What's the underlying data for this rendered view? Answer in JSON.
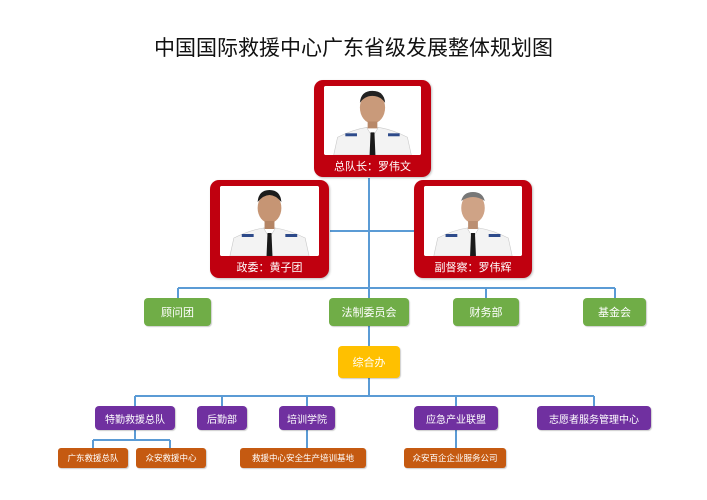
{
  "title": "中国国际救援中心广东省级发展整体规划图",
  "colors": {
    "leader_card": "#c0000f",
    "line": "#5b9bd5",
    "level1": "#70ad47",
    "office": "#ffc000",
    "level2": "#7030a0",
    "level3": "#c55a11"
  },
  "leaders": {
    "top": {
      "caption": "总队长：罗伟文"
    },
    "left": {
      "caption": "政委：黄子团"
    },
    "right": {
      "caption": "副督察：罗伟辉"
    }
  },
  "level1": [
    "顾问团",
    "法制委员会",
    "财务部",
    "基金会"
  ],
  "office": "综合办",
  "level2": [
    "特勤救援总队",
    "后勤部",
    "培训学院",
    "应急产业联盟",
    "志愿者服务管理中心"
  ],
  "level3": [
    "广东救援总队",
    "众安救援中心",
    "救援中心安全生产培训基地",
    "众安百企企业服务公司"
  ]
}
